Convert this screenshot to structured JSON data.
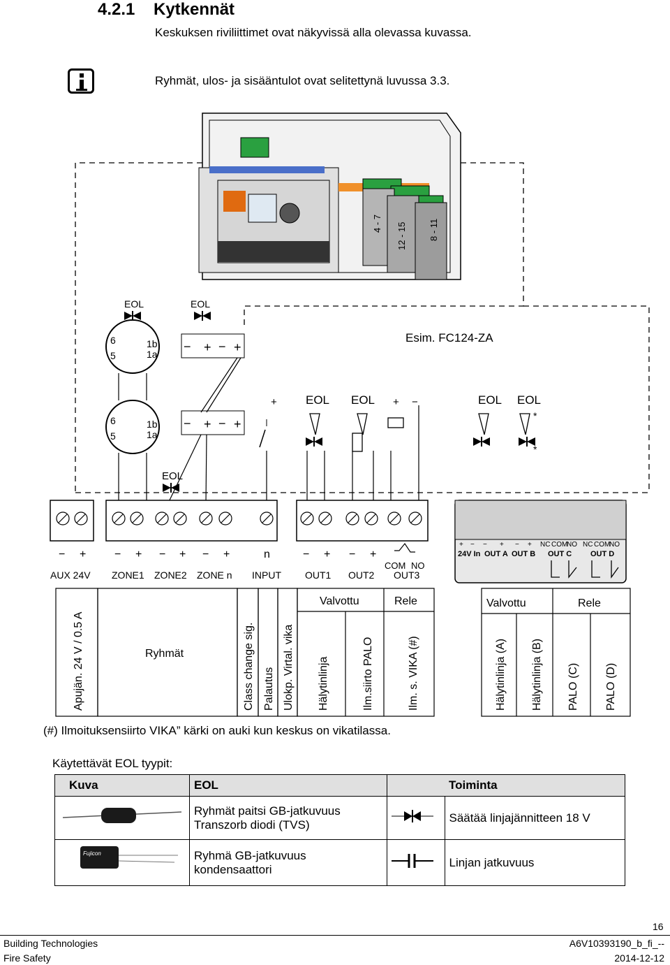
{
  "section": {
    "number": "4.2.1",
    "title": "Kytkennät"
  },
  "intro": "Keskuksen riviliittimet ovat näkyvissä alla olevassa kuvassa.",
  "note": "Ryhmät, ulos-  ja sisääntulot ovat selitettynä luvussa 3.3.",
  "diagram": {
    "eol": "EOL",
    "esim": "Esim. FC124-ZA",
    "card_labels": [
      "4 - 7",
      "12 - 15",
      "8 - 11"
    ],
    "detector_pins": {
      "p6": "6",
      "p5": "5",
      "p1b": "1b",
      "p1a": "1a"
    },
    "plus": "+",
    "minus": "−",
    "terminal_names": [
      "AUX 24V",
      "ZONE1",
      "ZONE2",
      "ZONE n",
      "INPUT",
      "OUT1",
      "OUT2",
      "OUT3"
    ],
    "input_n": "n",
    "com": "COM",
    "no": "NO",
    "nc": "NC",
    "small_block": {
      "in": "24V In",
      "outa": "OUT A",
      "outb": "OUT B",
      "outc": "OUT C",
      "outd": "OUT D"
    },
    "star": "*"
  },
  "legend": {
    "apujan": "Apujän. 24 V / 0.5 A",
    "ryhmat": "Ryhmät",
    "class": "Class change sig.",
    "palautus": "Palautus",
    "ulokp": "Ulokp. Virtal. vika",
    "valvottu": "Valvottu",
    "rele": "Rele",
    "halytinlinja": "Hälytinlinja",
    "ilm_palo": "Ilm.siirto PALO",
    "ilm_vika": "Ilm. s. VIKA (#)",
    "valvottu2": "Valvottu",
    "rele2": "Rele",
    "hal_a": "Hälytinlinja   (A)",
    "hal_b": "Hälytinlinja   (B)",
    "palo_c": "PALO (C)",
    "palo_d": "PALO (D)"
  },
  "footnote": "(#)  Ilmoituksensiirto VIKA” kärki on auki kun keskus on vikatilassa.",
  "eol_types": {
    "heading": "Käytettävät EOL tyypit:",
    "headers": [
      "Kuva",
      "EOL",
      "Toiminta"
    ],
    "rows": [
      {
        "eol_line1": "Ryhmät paitsi GB-jatkuvuus",
        "eol_line2": "Transzorb diodi (TVS)",
        "toiminta": "Säätää linjajännitteen 18 V",
        "image": "tvs-diode-image",
        "symbol": "tvs-diode-symbol"
      },
      {
        "eol_line1": "Ryhmä GB-jatkuvuus",
        "eol_line2": "kondensaattori",
        "toiminta": "Linjan jatkuvuus",
        "image": "capacitor-image",
        "symbol": "capacitor-symbol"
      }
    ]
  },
  "footer": {
    "page": "16",
    "left1": "Building Technologies",
    "left2": "Fire Safety",
    "right1": "A6V10393190_b_fi_--",
    "right2": "2014-12-12"
  }
}
